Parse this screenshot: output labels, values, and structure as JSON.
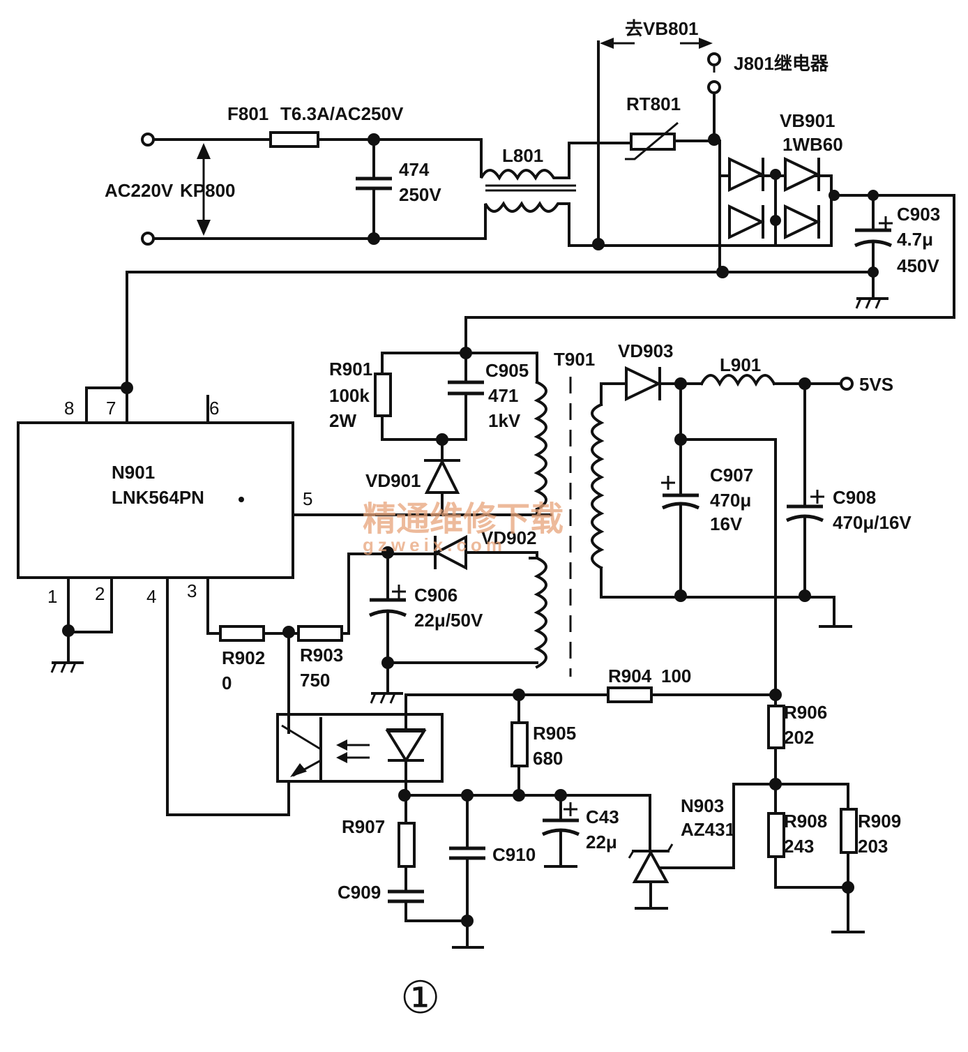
{
  "labels": {
    "to_vb801": "去VB801",
    "j801": "J801继电器",
    "f801": "F801",
    "fuse_rating": "T6.3A/AC250V",
    "rt801": "RT801",
    "vb901": "VB901",
    "vb901_part": "1WB60",
    "l801": "L801",
    "cap474_val": "474",
    "cap474_volt": "250V",
    "ac_input": "AC220V",
    "kp800": "KP800",
    "c903": "C903",
    "c903_cap": "4.7μ",
    "c903_volt": "450V",
    "r901": "R901",
    "r901_val": "100k",
    "r901_pwr": "2W",
    "c905": "C905",
    "c905_val": "471",
    "c905_volt": "1kV",
    "t901": "T901",
    "vd903": "VD903",
    "l901": "L901",
    "out_5vs": "5VS",
    "n901": "N901",
    "n901_part": "LNK564PN",
    "vd901": "VD901",
    "vd902": "VD902",
    "c907": "C907",
    "c907_cap": "470μ",
    "c907_volt": "16V",
    "c908": "C908",
    "c908_val": "470μ/16V",
    "c906": "C906",
    "c906_val": "22μ/50V",
    "r902": "R902",
    "r902_val": "0",
    "r903": "R903",
    "r903_val": "750",
    "r904": "R904",
    "r904_val": "100",
    "r905": "R905",
    "r905_val": "680",
    "r906": "R906",
    "r906_val": "202",
    "r907": "R907",
    "c909": "C909",
    "c910": "C910",
    "c43": "C43",
    "c43_val": "22μ",
    "n903": "N903",
    "n903_part": "AZ431",
    "r908": "R908",
    "r908_val": "243",
    "r909": "R909",
    "r909_val": "203",
    "figure_number": "①"
  },
  "pins": {
    "p1": "1",
    "p2": "2",
    "p3": "3",
    "p4": "4",
    "p5": "5",
    "p6": "6",
    "p7": "7",
    "p8": "8"
  },
  "watermark": {
    "text": "精通维修下载",
    "url": "gzweix.com"
  }
}
